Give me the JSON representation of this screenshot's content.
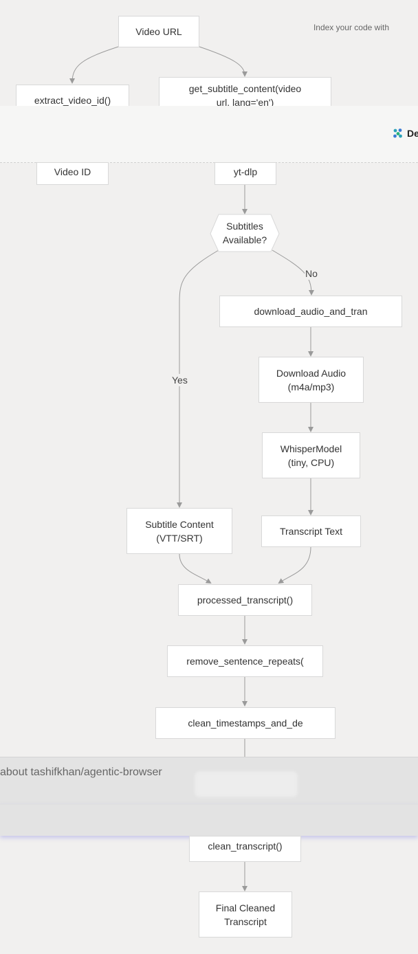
{
  "nodes": {
    "video_url": "Video URL",
    "extract_video_id": "extract_video_id()",
    "get_subtitle_content": "get_subtitle_content(video\nurl, lang='en')",
    "video_id": "Video ID",
    "yt_dlp": "yt-dlp",
    "subtitles_available": "Subtitles\nAvailable?",
    "download_audio_and_tran": "download_audio_and_tran",
    "download_audio": "Download Audio\n(m4a/mp3)",
    "whisper_model": "WhisperModel\n(tiny, CPU)",
    "subtitle_content": "Subtitle Content\n(VTT/SRT)",
    "transcript_text": "Transcript Text",
    "processed_transcript": "processed_transcript()",
    "remove_sentence_repeats": "remove_sentence_repeats(",
    "clean_timestamps": "clean_timestamps_and_de",
    "clean_transcript": "clean_transcript()",
    "final_cleaned": "Final Cleaned\nTranscript"
  },
  "edge_labels": {
    "yes": "Yes",
    "no": "No"
  },
  "banner": {
    "text": "Index your code with",
    "brand": "De"
  },
  "chat": {
    "prompt": "about tashifkhan/agentic-browser"
  },
  "colors": {
    "background": "#f1f0ef",
    "node_fill": "#ffffff",
    "node_border": "#d8d8d8",
    "edge": "#9a9a9a"
  }
}
